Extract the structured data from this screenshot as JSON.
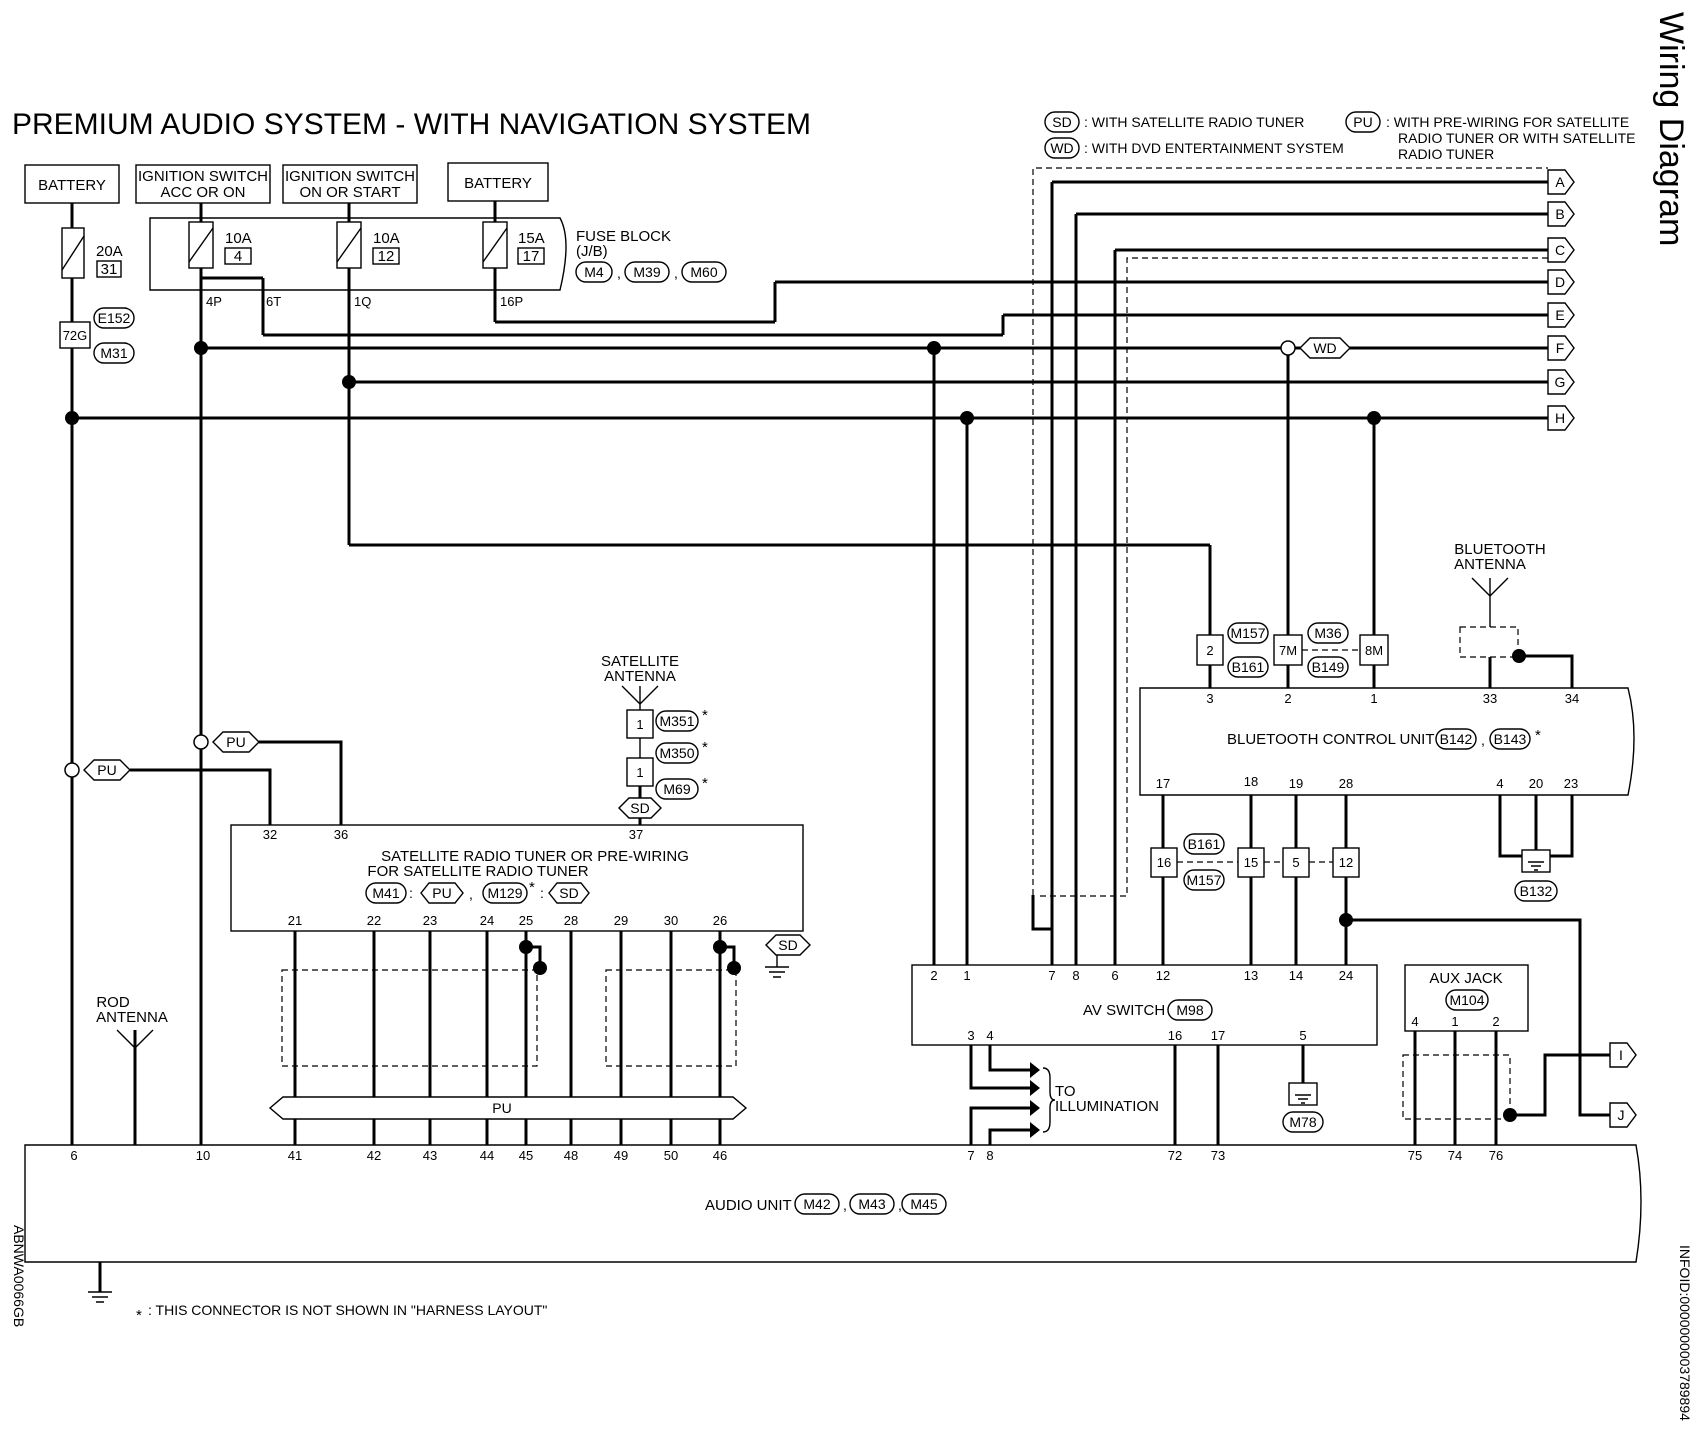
{
  "title": "PREMIUM AUDIO SYSTEM - WITH NAVIGATION SYSTEM",
  "side_title": "Wiring Diagram",
  "code_left": "ABNWA0066GB",
  "info_id": "INFOID:0000000003789894",
  "footnote_star": "*",
  "footnote": ": THIS CONNECTOR IS NOT SHOWN IN \"HARNESS LAYOUT\"",
  "legend": {
    "sd_tag": "SD",
    "sd_text": ": WITH SATELLITE RADIO TUNER",
    "wd_tag": "WD",
    "wd_text": ": WITH DVD ENTERTAINMENT SYSTEM",
    "pu_tag": "PU",
    "pu_line1": ": WITH PRE-WIRING FOR SATELLITE",
    "pu_line2": "RADIO TUNER OR WITH SATELLITE",
    "pu_line3": "RADIO TUNER"
  },
  "power": {
    "battery1": "BATTERY",
    "ign1_l1": "IGNITION SWITCH",
    "ign1_l2": "ACC OR ON",
    "ign2_l1": "IGNITION SWITCH",
    "ign2_l2": "ON OR START",
    "battery2": "BATTERY",
    "fuse_main_amp": "20A",
    "fuse_main_no": "31",
    "fuse1_amp": "10A",
    "fuse1_no": "4",
    "fuse2_amp": "10A",
    "fuse2_no": "12",
    "fuse3_amp": "15A",
    "fuse3_no": "17",
    "fuse_block_l1": "FUSE BLOCK",
    "fuse_block_l2": "(J/B)",
    "fb_c1": "M4",
    "fb_c2": "M39",
    "fb_c3": "M60",
    "fb_p1": "4P",
    "fb_p2": "6T",
    "fb_p3": "1Q",
    "fb_p4": "16P",
    "fl_pin": "72G",
    "fl_c1": "E152",
    "fl_c2": "M31"
  },
  "arrows": [
    "A",
    "B",
    "C",
    "D",
    "E",
    "F",
    "G",
    "H"
  ],
  "arrows_low": [
    "I",
    "J"
  ],
  "wd_tag": "WD",
  "pu_tag": "PU",
  "sd_tag": "SD",
  "sat_antenna": {
    "l1": "SATELLITE",
    "l2": "ANTENNA",
    "pin1": "1",
    "c1": "M351",
    "pin2": "1",
    "c2": "M350",
    "c3": "M69",
    "star": "*"
  },
  "sat_tuner": {
    "l1": "SATELLITE RADIO TUNER OR PRE-WIRING",
    "l2": "FOR SATELLITE RADIO TUNER",
    "c1": "M41",
    "c2": "M129",
    "top_pins": [
      "32",
      "36",
      "37"
    ],
    "bot_pins": [
      "21",
      "22",
      "23",
      "24",
      "25",
      "28",
      "29",
      "30",
      "26"
    ]
  },
  "rod_antenna": {
    "l1": "ROD",
    "l2": "ANTENNA"
  },
  "pu_bus": "PU",
  "audio_unit": {
    "label": "AUDIO UNIT",
    "c1": "M42",
    "c2": "M43",
    "c3": "M45",
    "pins": [
      "6",
      "10",
      "41",
      "42",
      "43",
      "44",
      "45",
      "48",
      "49",
      "50",
      "46",
      "7",
      "8",
      "72",
      "73",
      "75",
      "74",
      "76"
    ]
  },
  "av_switch": {
    "label": "AV SWITCH",
    "conn": "M98",
    "top_pins": [
      "2",
      "1",
      "7",
      "8",
      "6",
      "12",
      "13",
      "14",
      "24"
    ],
    "bot_pins": [
      "3",
      "4",
      "16",
      "17",
      "5"
    ],
    "ground_conn": "M78"
  },
  "illumination": {
    "l1": "TO",
    "l2": "ILLUMINATION"
  },
  "aux_jack": {
    "label": "AUX JACK",
    "conn": "M104",
    "pins": [
      "4",
      "1",
      "2"
    ]
  },
  "bt_antenna": {
    "l1": "BLUETOOTH",
    "l2": "ANTENNA"
  },
  "bt_unit": {
    "label": "BLUETOOTH CONTROL UNIT",
    "c1": "B142",
    "c2": "B143",
    "star": "*",
    "top_pins": [
      "3",
      "2",
      "1",
      "33",
      "34"
    ],
    "bot_pins": [
      "17",
      "18",
      "19",
      "28",
      "4",
      "20",
      "23"
    ],
    "ground_conn": "B132"
  },
  "bt_inline": {
    "pins": [
      "2",
      "7M",
      "8M"
    ],
    "c1": "M157",
    "c2": "M36",
    "c3": "B161",
    "c4": "B149"
  },
  "av_inline": {
    "pins": [
      "16",
      "15",
      "5",
      "12"
    ],
    "c1": "B161",
    "c2": "M157"
  }
}
